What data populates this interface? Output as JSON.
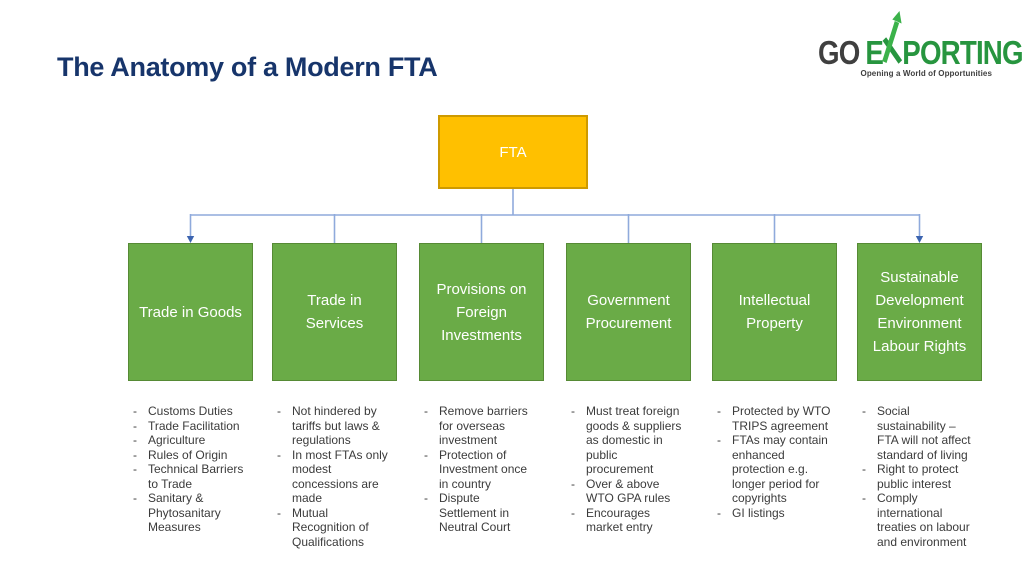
{
  "title": "The Anatomy of a Modern FTA",
  "logo": {
    "go": "GO",
    "exporting_pre": "E",
    "exporting_post": "PORTING",
    "tagline": "Opening a World of Opportunities"
  },
  "root": {
    "label": "FTA"
  },
  "branches": [
    {
      "label": "Trade in Goods",
      "items": [
        "Customs Duties",
        "Trade Facilitation",
        "Agriculture",
        "Rules of Origin",
        "Technical Barriers to Trade",
        "Sanitary & Phytosanitary Measures"
      ]
    },
    {
      "label": "Trade in Services",
      "items": [
        "Not hindered by tariffs but laws & regulations",
        "In most FTAs only modest concessions are made",
        "Mutual Recognition of Qualifications"
      ]
    },
    {
      "label": "Provisions on Foreign Investments",
      "items": [
        "Remove barriers for overseas investment",
        "Protection of Investment once in country",
        "Dispute Settlement in Neutral Court"
      ]
    },
    {
      "label": "Government Procurement",
      "items": [
        "Must treat foreign goods & suppliers as domestic in public procurement",
        "Over & above WTO GPA rules",
        "Encourages market entry"
      ]
    },
    {
      "label": "Intellectual Property",
      "items": [
        "Protected by WTO TRIPS agreement",
        "FTAs may contain enhanced protection e.g. longer period for copyrights",
        "GI listings"
      ]
    },
    {
      "label": "Sustainable Development Environment Labour Rights",
      "items": [
        "Social sustainability – FTA will not affect standard of living",
        "Right to protect public interest",
        "Comply international treaties on labour and environment"
      ]
    }
  ],
  "colors": {
    "title": "#17356B",
    "root_fill": "#FFC000",
    "root_border": "#CE9A00",
    "branch_fill": "#6AAB47",
    "branch_border": "#568A35",
    "connector": "#8FAADC",
    "arrowhead": "#3C64B0",
    "bullet_text": "#3B3B3B",
    "logo_green": "#27953F",
    "logo_dark": "#3F3F3F"
  }
}
